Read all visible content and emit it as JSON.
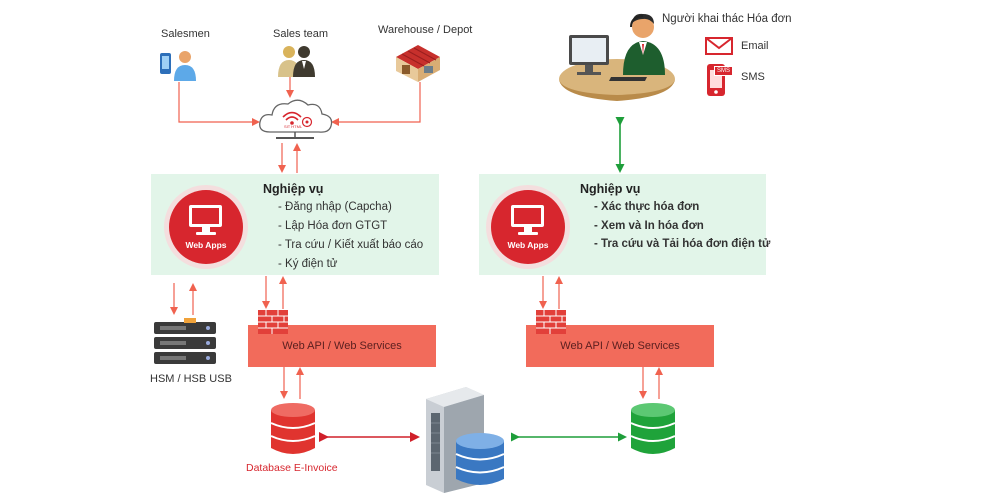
{
  "top_left": {
    "salesmen": "Salesmen",
    "sales_team": "Sales team",
    "warehouse": "Warehouse / Depot",
    "cloud_text": "SIT HTML"
  },
  "operator": {
    "title": "Người khai thác Hóa đơn",
    "email": "Email",
    "sms": "SMS",
    "sms_badge": "SMS"
  },
  "left_panel": {
    "title": "Nghiệp vụ",
    "app_label": "Web Apps",
    "items": [
      "Đăng nhập (Capcha)",
      "Lập Hóa đơn GTGT",
      "Tra cứu / Kiết xuất báo cáo",
      "Ký điện tử"
    ]
  },
  "right_panel": {
    "title": "Nghiệp vụ",
    "app_label": "Web Apps",
    "items": [
      "Xác thực hóa đơn",
      "Xem và In hóa đơn",
      "Tra cứu và Tải hóa đơn điện tử"
    ]
  },
  "api_left": "Web API / Web Services",
  "api_right": "Web API / Web Services",
  "hsm_label": "HSM / HSB USB",
  "db_label": "Database E-Invoice",
  "colors": {
    "panel": "#e2f5e9",
    "api": "#f26b5b",
    "arrow_red": "#f0624f",
    "arrow_green": "#1e9e3a",
    "db_red": "#e0342f",
    "db_green": "#1fa33a",
    "db_blue": "#3a78c2"
  }
}
